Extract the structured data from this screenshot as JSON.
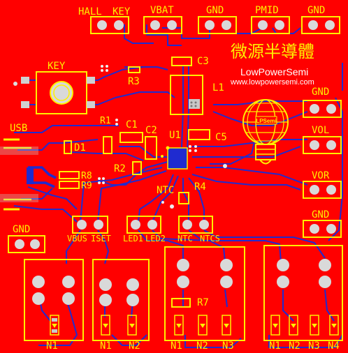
{
  "header_labels": {
    "hall": "HALL",
    "key": "KEY",
    "vbat": "VBAT",
    "gnd1": "GND",
    "pmid": "PMID",
    "gnd2": "GND"
  },
  "brand": {
    "chinese": "微源半導體",
    "name": "LowPowerSemi",
    "url": "www.lowpowersemi.com",
    "logo_text": "LPSemi"
  },
  "left_labels": {
    "key": "KEY",
    "usb": "USB",
    "gnd": "GND"
  },
  "right_labels": {
    "gnd": "GND",
    "vol": "VOL",
    "vor": "VOR",
    "gnd2": "GND"
  },
  "components": {
    "c3": "C3",
    "l1": "L1",
    "r3": "R3",
    "r1": "R1",
    "c1": "C1",
    "c2": "C2",
    "u1": "U1",
    "c5": "C5",
    "d1": "D1",
    "r2": "R2",
    "r8": "R8",
    "r9": "R9",
    "ntc": "NTC",
    "r4": "R4",
    "r7": "R7"
  },
  "bottom_header_labels": {
    "vbus": "VBUS",
    "iset": "ISET",
    "led1": "LED1",
    "led2": "LED2",
    "ntc": "NTC",
    "ntcs": "NTCS"
  },
  "led_groups": [
    {
      "labels": [
        "N1"
      ]
    },
    {
      "labels": [
        "N1",
        "N2"
      ]
    },
    {
      "labels": [
        "N1",
        "N2",
        "N3"
      ]
    },
    {
      "labels": [
        "N1",
        "N2",
        "N3",
        "N4"
      ]
    }
  ],
  "colors": {
    "board": "#ff0000",
    "silkscreen": "#fff000",
    "trace": "#1f2bd0",
    "pad": "#c8c8c8"
  }
}
